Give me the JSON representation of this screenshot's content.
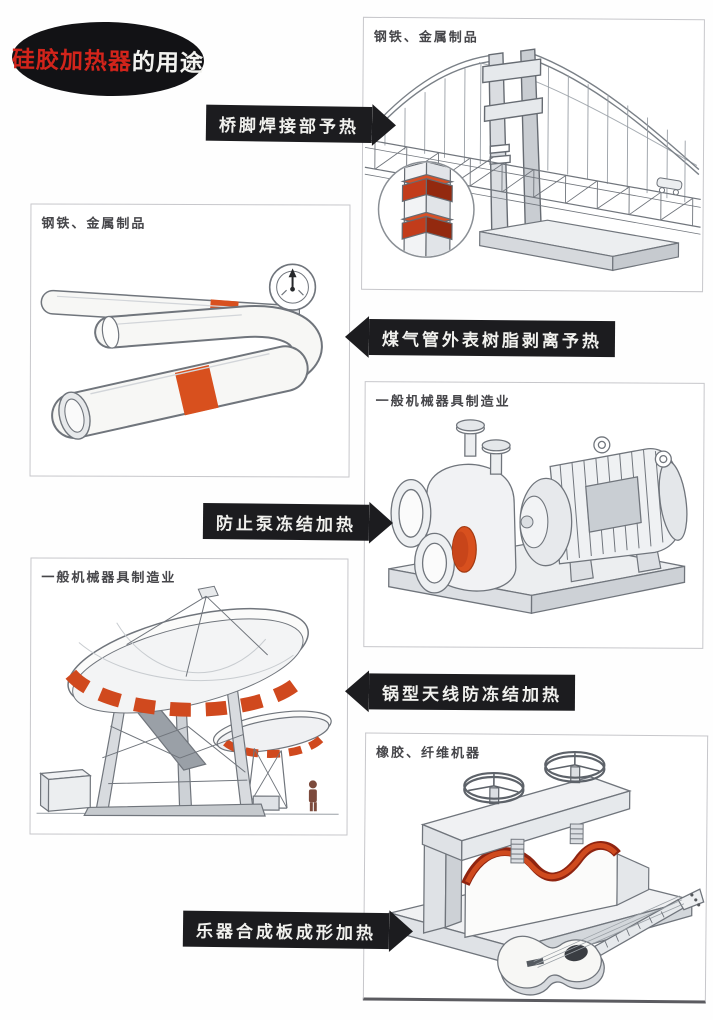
{
  "badge": {
    "red_text": "硅胶加热器",
    "suffix_text": "的用途"
  },
  "panels": [
    {
      "id": "bridge",
      "category": "钢铁、金属制品",
      "illustration": "suspension-bridge-with-pier-heater-inset"
    },
    {
      "id": "pipes",
      "category": "钢铁、金属制品",
      "illustration": "gas-pipes-with-heater-bands-and-pressure-gauge"
    },
    {
      "id": "pump",
      "category": "一般机械器具制造业",
      "illustration": "pump-and-motor-with-heater-band"
    },
    {
      "id": "antenna",
      "category": "一般机械器具制造业",
      "illustration": "parabolic-dish-antennas-with-heater-stripes"
    },
    {
      "id": "guitar",
      "category": "橡胶、纤维机器",
      "illustration": "press-forming-guitar-side-board"
    }
  ],
  "callouts": [
    {
      "text": "桥脚焊接部予热",
      "arrow": "right",
      "target": "bridge"
    },
    {
      "text": "煤气管外表树脂剥离予热",
      "arrow": "left",
      "target": "pipes"
    },
    {
      "text": "防止泵冻结加热",
      "arrow": "right",
      "target": "pump"
    },
    {
      "text": "锅型天线防冻结加热",
      "arrow": "left",
      "target": "antenna"
    },
    {
      "text": "乐器合成板成形加热",
      "arrow": "right",
      "target": "guitar"
    }
  ],
  "colors": {
    "heater_red": "#d8501e",
    "badge_red": "#d2241b",
    "callout_bg": "#1c1c1f",
    "callout_text": "#f1f1ee",
    "line_gray": "#70757c"
  }
}
